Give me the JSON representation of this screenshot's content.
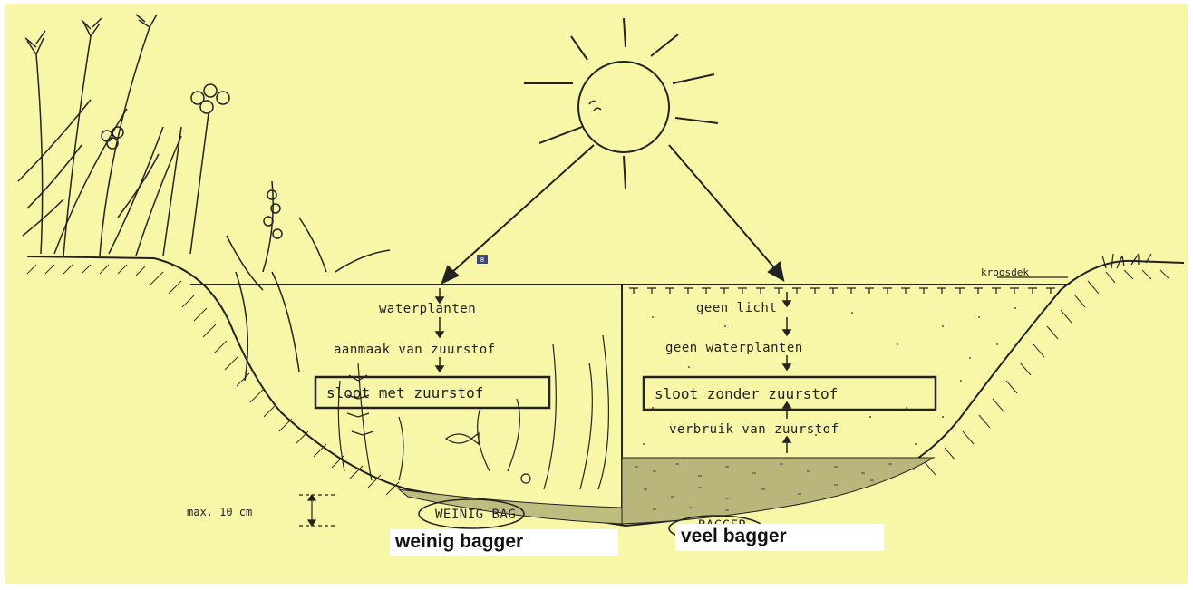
{
  "labels": {
    "left": {
      "waterplanten": "waterplanten",
      "aanmaak": "aanmaak van zuurstof",
      "box": "sloot met zuurstof",
      "mud": "WEINIG BAG"
    },
    "right": {
      "geen_licht": "geen licht",
      "geen_waterplanten": "geen waterplanten",
      "box": "sloot zonder zuurstof",
      "verbruik": "verbruik van zuurstof",
      "mud": "BAGGER",
      "kroosdek": "kroosdek"
    },
    "scale": "max. 10 cm",
    "marker": "8"
  },
  "captions": {
    "left": "weinig bagger",
    "right": "veel bagger"
  },
  "colors": {
    "paper": "#f7f7a7",
    "ink": "#222222",
    "caption_bg": "#ffffff"
  }
}
